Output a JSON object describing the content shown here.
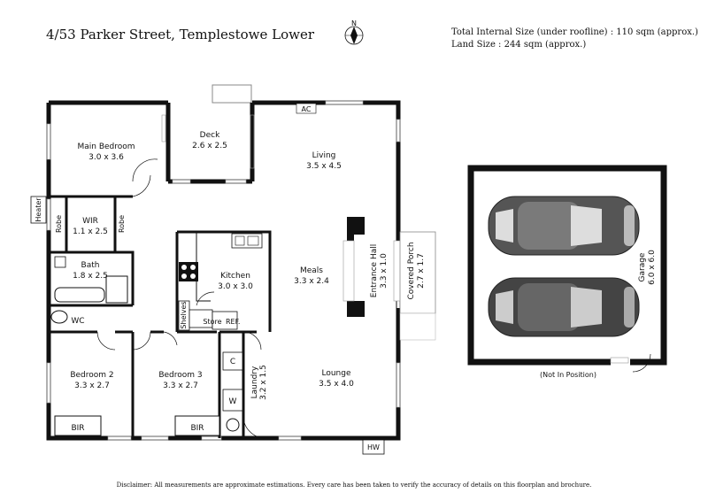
{
  "header": {
    "address": "4/53 Parker Street, Templestowe Lower",
    "internal_size": "Total Internal Size (under roofline) :  110 sqm (approx.)",
    "land_size": "Land Size :  244 sqm (approx.)",
    "compass": "N"
  },
  "rooms": {
    "main_bedroom": {
      "name": "Main Bedroom",
      "dims": "3.0 x 3.6"
    },
    "deck": {
      "name": "Deck",
      "dims": "2.6 x 2.5"
    },
    "living": {
      "name": "Living",
      "dims": "3.5 x 4.5"
    },
    "wir": {
      "name": "WIR",
      "dims": "1.1 x 2.5"
    },
    "robe_left": "Robe",
    "robe_right": "Robe",
    "heater": "Heater",
    "bath": {
      "name": "Bath",
      "dims": "1.8 x 2.5"
    },
    "kitchen": {
      "name": "Kitchen",
      "dims": "3.0 x 3.0"
    },
    "meals": {
      "name": "Meals",
      "dims": "3.3 x 2.4"
    },
    "entrance_hall": {
      "name": "Entrance Hall",
      "dims": "3.3 x 1.0"
    },
    "covered_porch": {
      "name": "Covered Porch",
      "dims": "2.7 x 1.7"
    },
    "shelves": "Shelves",
    "store": "Store",
    "ref": "REF.",
    "wc": "WC",
    "bedroom2": {
      "name": "Bedroom 2",
      "dims": "3.3 x 2.7"
    },
    "bedroom3": {
      "name": "Bedroom 3",
      "dims": "3.3 x 2.7"
    },
    "laundry": {
      "name": "Laundry",
      "dims": "3.2 x 1.5"
    },
    "c": "C",
    "w": "W",
    "lounge": {
      "name": "Lounge",
      "dims": "3.5 x 4.0"
    },
    "bir1": "BIR",
    "bir2": "BIR",
    "hw": "HW",
    "ac": "AC",
    "garage": {
      "name": "Garage",
      "dims": "6.0 x 6.0"
    },
    "not_in_position": "(Not In Position)"
  },
  "footer": {
    "disclaimer": "Disclaimer: All measurements are approximate estimations. Every care has been taken to verify the accuracy of details on this floorplan and brochure."
  }
}
